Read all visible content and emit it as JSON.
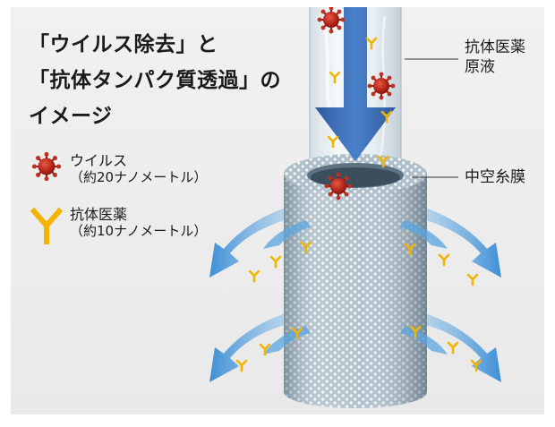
{
  "title": {
    "line1": "「ウイルス除去」と",
    "line2": "「抗体タンパク質透過」の",
    "line3": "イメージ"
  },
  "legend": {
    "virus": {
      "name": "ウイルス",
      "size": "（約20ナノメートル）",
      "color": "#c8281e"
    },
    "antibody": {
      "name": "抗体医薬",
      "size": "（約10ナノメートル）",
      "color": "#f2b400"
    }
  },
  "callouts": {
    "solution_line1": "抗体医薬",
    "solution_line2": "原液",
    "membrane": "中空糸膜"
  },
  "colors": {
    "arrow_blue": "#2f63b3",
    "flow_arrow": "#5aa5e0",
    "membrane": "#b7c6cf"
  }
}
